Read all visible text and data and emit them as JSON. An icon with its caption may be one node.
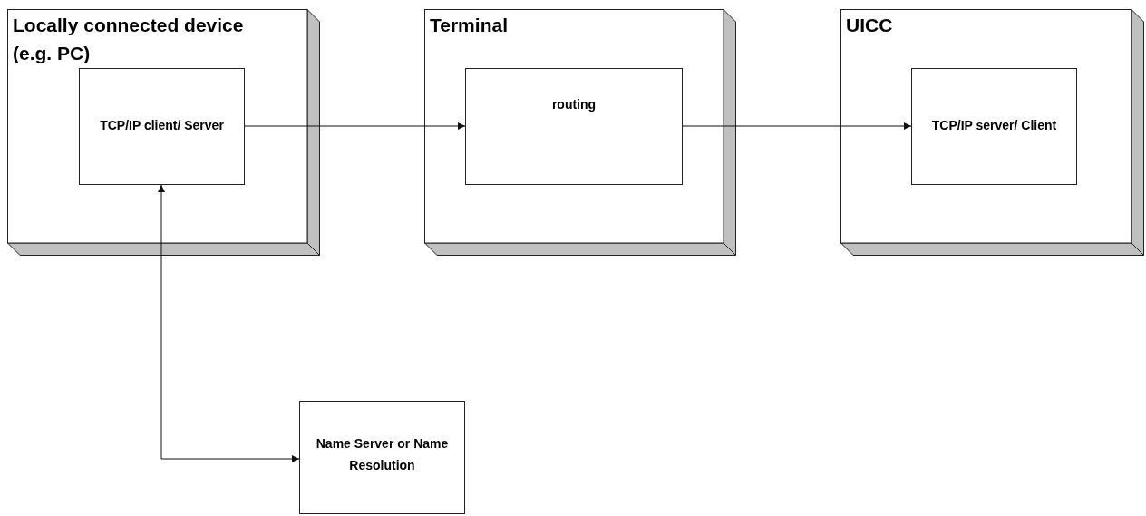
{
  "diagram": {
    "nodes": [
      {
        "text": [
          "Locally connected device (e.g. PC)"
        ]
      },
      {
        "text": [
          "TCP/IP client/ Server"
        ],
        "in": 0
      },
      {
        "text": [
          "Terminal"
        ]
      },
      {
        "text": [
          "routing"
        ],
        "in": 2
      },
      {
        "text": [
          "UICC"
        ]
      },
      {
        "text": [
          "TCP/IP server/ Client"
        ],
        "in": 4
      },
      {
        "text": [
          "Name Server or Name Resolution"
        ]
      }
    ],
    "edges": [
      {
        "from": 1,
        "to": 3,
        "arrow": "to"
      },
      {
        "from": 3,
        "to": 5,
        "arrow": "to"
      },
      {
        "from": 6,
        "to": 1,
        "arrow": "both"
      }
    ]
  }
}
